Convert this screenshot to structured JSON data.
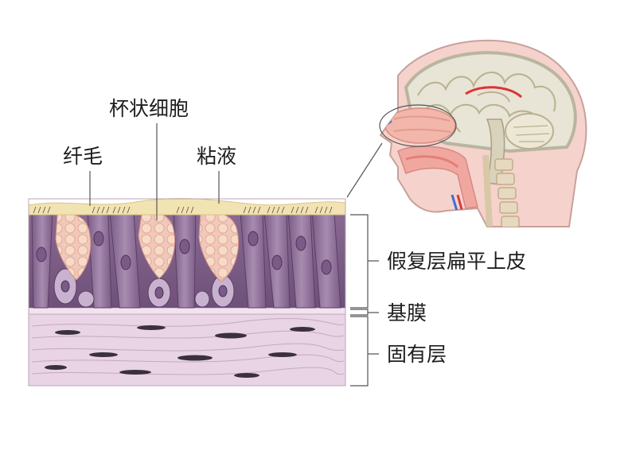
{
  "labels": {
    "goblet_cell": "杯状细胞",
    "cilia": "纤毛",
    "mucus": "粘液",
    "pseudostratified_epithelium": "假复层扁平上皮",
    "basement_membrane": "基膜",
    "lamina_propria": "固有层"
  }
}
